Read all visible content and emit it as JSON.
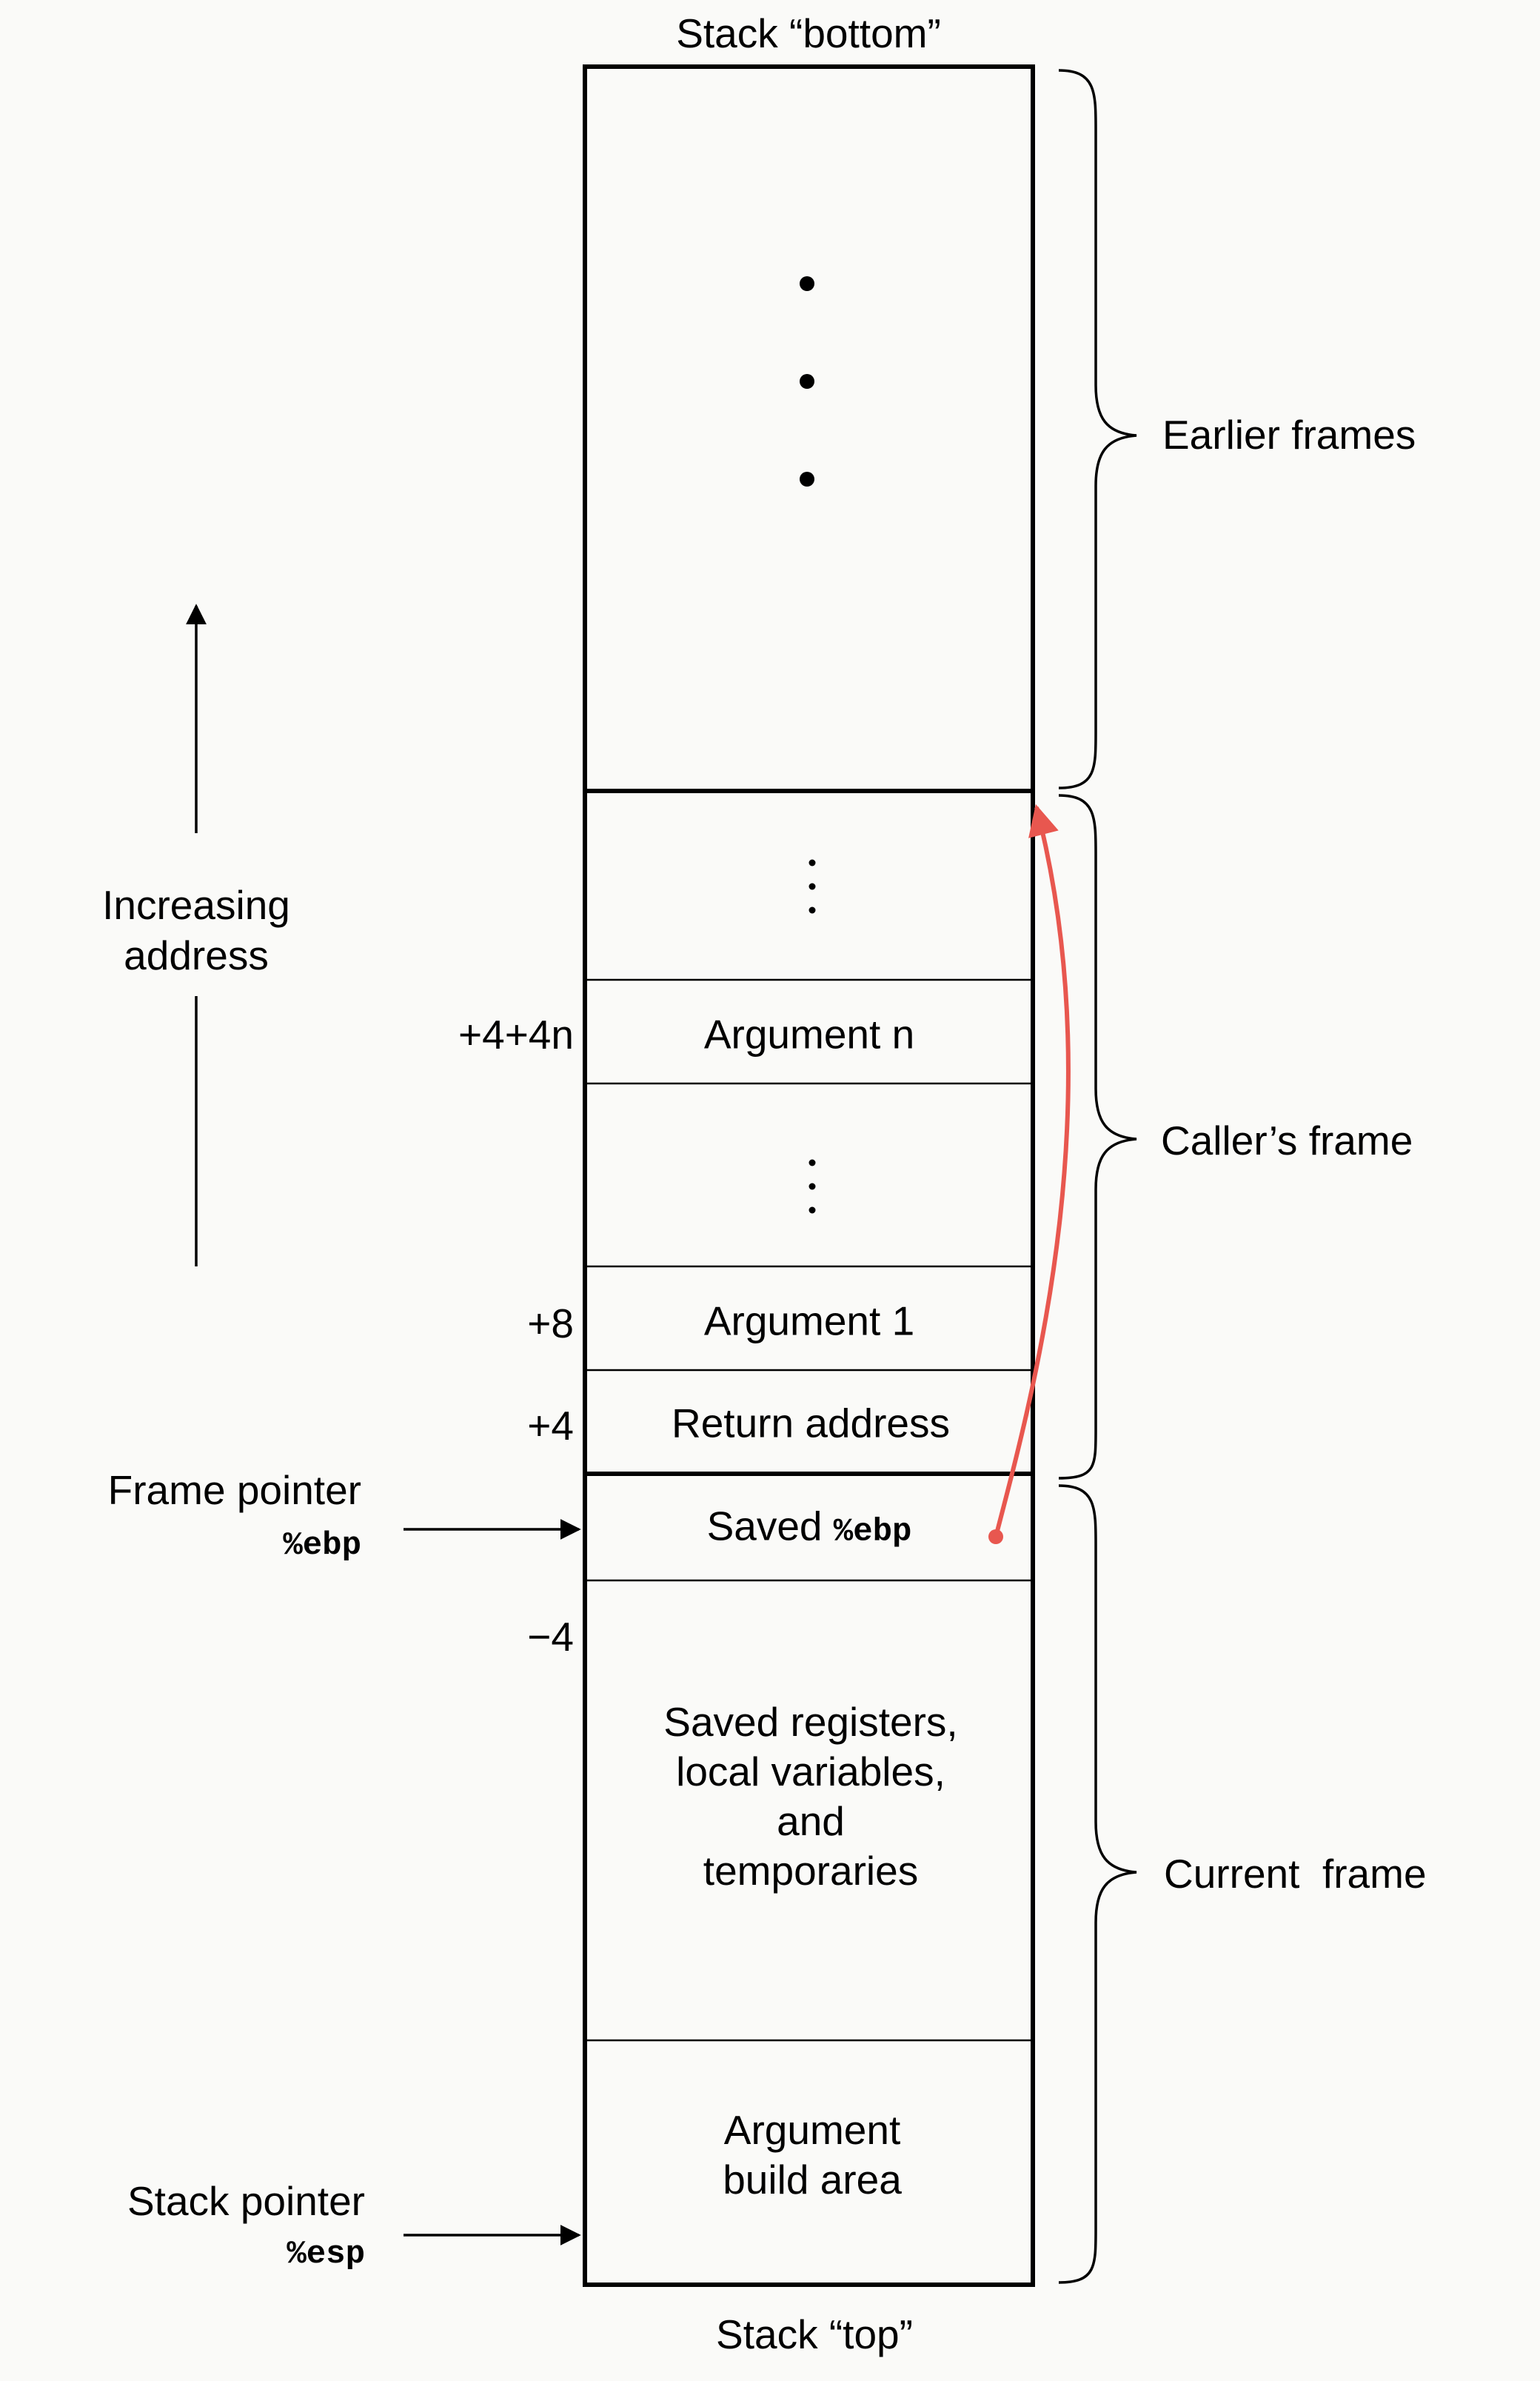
{
  "stack_bottom_label": "Stack “bottom”",
  "stack_top_label": "Stack “top”",
  "increasing_address": {
    "line1": "Increasing",
    "line2": "address"
  },
  "frame_pointer": {
    "label": "Frame pointer",
    "register": "%ebp"
  },
  "stack_pointer": {
    "label": "Stack pointer",
    "register": "%esp"
  },
  "cells": {
    "argument_n": "Argument n",
    "argument_1": "Argument 1",
    "return_address": "Return address",
    "saved_ebp_prefix": "Saved ",
    "saved_ebp_reg": "%ebp",
    "locals_line1": "Saved registers,",
    "locals_line2": "local variables,",
    "locals_line3": "and",
    "locals_line4": "temporaries",
    "arg_build_line1": "Argument",
    "arg_build_line2": "build area"
  },
  "offsets": {
    "plus_4_4n": "+4+4n",
    "plus_8": "+8",
    "plus_4": "+4",
    "minus_4": "−4"
  },
  "braces": {
    "earlier_frames": "Earlier frames",
    "callers_frame": "Caller’s frame",
    "current_frame": "Current  frame"
  },
  "colors": {
    "link_arrow": "#e8574f",
    "ink": "#000000"
  }
}
